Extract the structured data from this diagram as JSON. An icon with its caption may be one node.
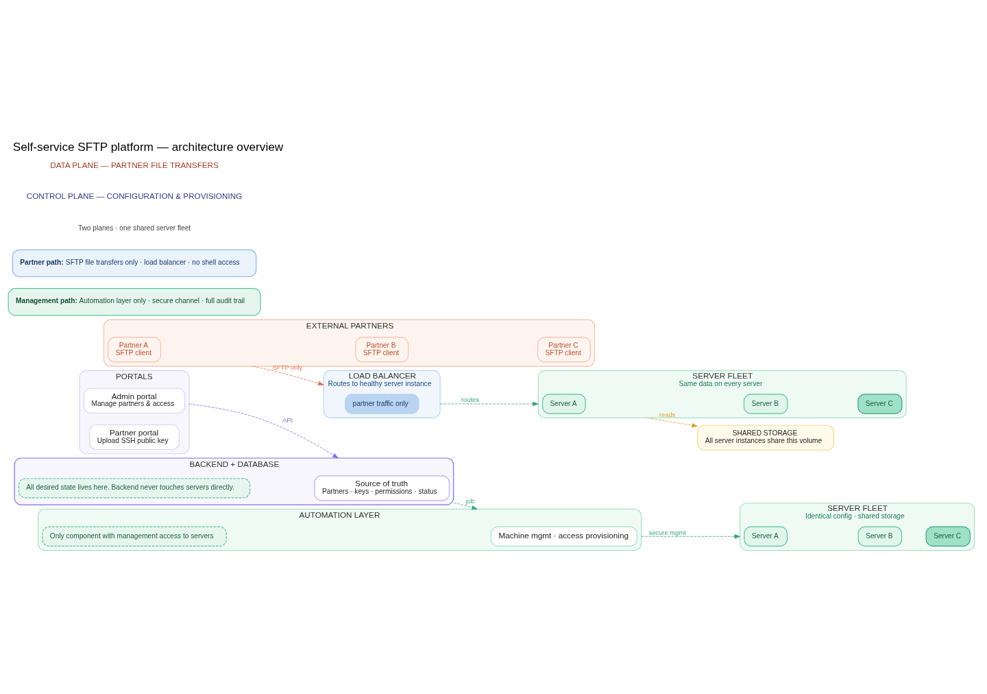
{
  "diagram": {
    "title": "Self-service SFTP platform — architecture overview",
    "nodes": [
      {
        "text": [
          "PORTALS"
        ]
      },
      {
        "text": [
          "Admin portal",
          "Manage partners & access"
        ],
        "in": 0
      },
      {
        "text": [
          "Partner portal",
          "Upload SSH public key"
        ],
        "in": 0
      },
      {
        "text": [
          "BACKEND + DATABASE"
        ]
      },
      {
        "text": [
          "Source of truth",
          "Partners · keys · permissions · status"
        ],
        "in": 3
      },
      {
        "text": [
          "All desired state lives here. Backend never touches servers directly."
        ],
        "in": 3
      },
      {
        "text": [
          "AUTOMATION LAYER"
        ]
      },
      {
        "text": [
          "Machine mgmt · access provisioning"
        ],
        "in": 6
      },
      {
        "text": [
          "Only component with management access to servers"
        ],
        "in": 6
      },
      {
        "text": [
          "SERVER FLEET",
          "Identical config · shared storage"
        ]
      },
      {
        "text": [
          "Server A"
        ],
        "in": 9
      },
      {
        "text": [
          "Server B"
        ],
        "in": 9
      },
      {
        "text": [
          "Server C"
        ],
        "in": 9
      },
      {
        "text": [
          "EXTERNAL PARTNERS"
        ]
      },
      {
        "text": [
          "Partner A",
          "SFTP client"
        ],
        "in": 13
      },
      {
        "text": [
          "Partner B",
          "SFTP client"
        ],
        "in": 13
      },
      {
        "text": [
          "Partner C",
          "SFTP client"
        ],
        "in": 13
      },
      {
        "text": [
          "LOAD BALANCER",
          "Routes to healthy server instance"
        ]
      },
      {
        "text": [
          "partner traffic only"
        ],
        "in": 17
      },
      {
        "text": [
          "SERVER FLEET",
          "Same data on every server"
        ]
      },
      {
        "text": [
          "Server A"
        ],
        "in": 19
      },
      {
        "text": [
          "Server B"
        ],
        "in": 19
      },
      {
        "text": [
          "Server C"
        ],
        "in": 19
      },
      {
        "text": [
          "SHARED STORAGE",
          "All server instances share this volume"
        ]
      },
      {
        "text": [
          "Management path:",
          "Automation layer only · secure channel · full audit trail"
        ]
      },
      {
        "text": [
          "Partner path:",
          "SFTP file transfers only · load balancer · no shell access"
        ]
      }
    ],
    "edges": [
      {
        "from": 0,
        "to": 3,
        "arrow": "to",
        "label": "API",
        "style": "dashed",
        "color": "#7c6fe0"
      },
      {
        "from": 3,
        "to": 6,
        "arrow": "to",
        "label": "job",
        "style": "dashed"
      },
      {
        "from": 6,
        "to": 9,
        "arrow": "to",
        "label": "secure mgmt",
        "style": "dashed"
      },
      {
        "from": 13,
        "to": 17,
        "arrow": "to",
        "label": "SFTP only",
        "style": "dashed",
        "color": "#e8704a"
      },
      {
        "from": 17,
        "to": 19,
        "arrow": "to",
        "label": "routes",
        "style": "dashed"
      },
      {
        "from": 19,
        "to": 23,
        "arrow": "to",
        "label": "reads",
        "style": "dashed",
        "color": "#e0a030"
      }
    ],
    "labels": [
      "Two planes · one shared server fleet",
      "CONTROL PLANE — CONFIGURATION & PROVISIONING",
      "DATA PLANE — PARTNER FILE TRANSFERS"
    ]
  }
}
